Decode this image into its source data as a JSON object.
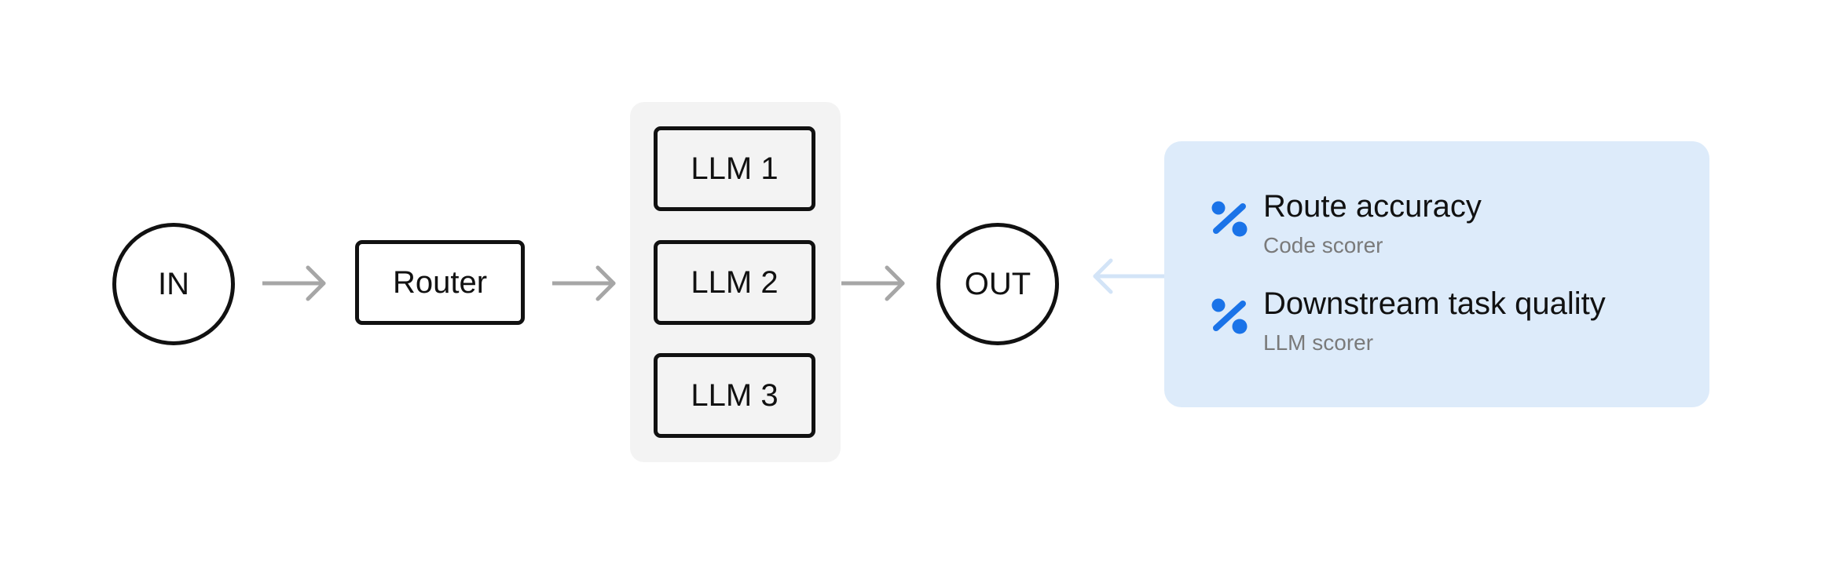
{
  "nodes": {
    "input": "IN",
    "router": "Router",
    "llms": [
      "LLM 1",
      "LLM 2",
      "LLM 3"
    ],
    "output": "OUT"
  },
  "scorers": [
    {
      "title": "Route accuracy",
      "subtitle": "Code scorer",
      "icon": "percent-icon"
    },
    {
      "title": "Downstream task quality",
      "subtitle": "LLM scorer",
      "icon": "percent-icon"
    }
  ],
  "colors": {
    "stroke": "#111111",
    "arrow": "#a6a6a6",
    "feedback_arrow": "#d3e4f7",
    "group_bg": "#f3f3f3",
    "panel_bg": "#ddebfa",
    "icon": "#1a73e8",
    "subtitle": "#7a7a7a"
  }
}
